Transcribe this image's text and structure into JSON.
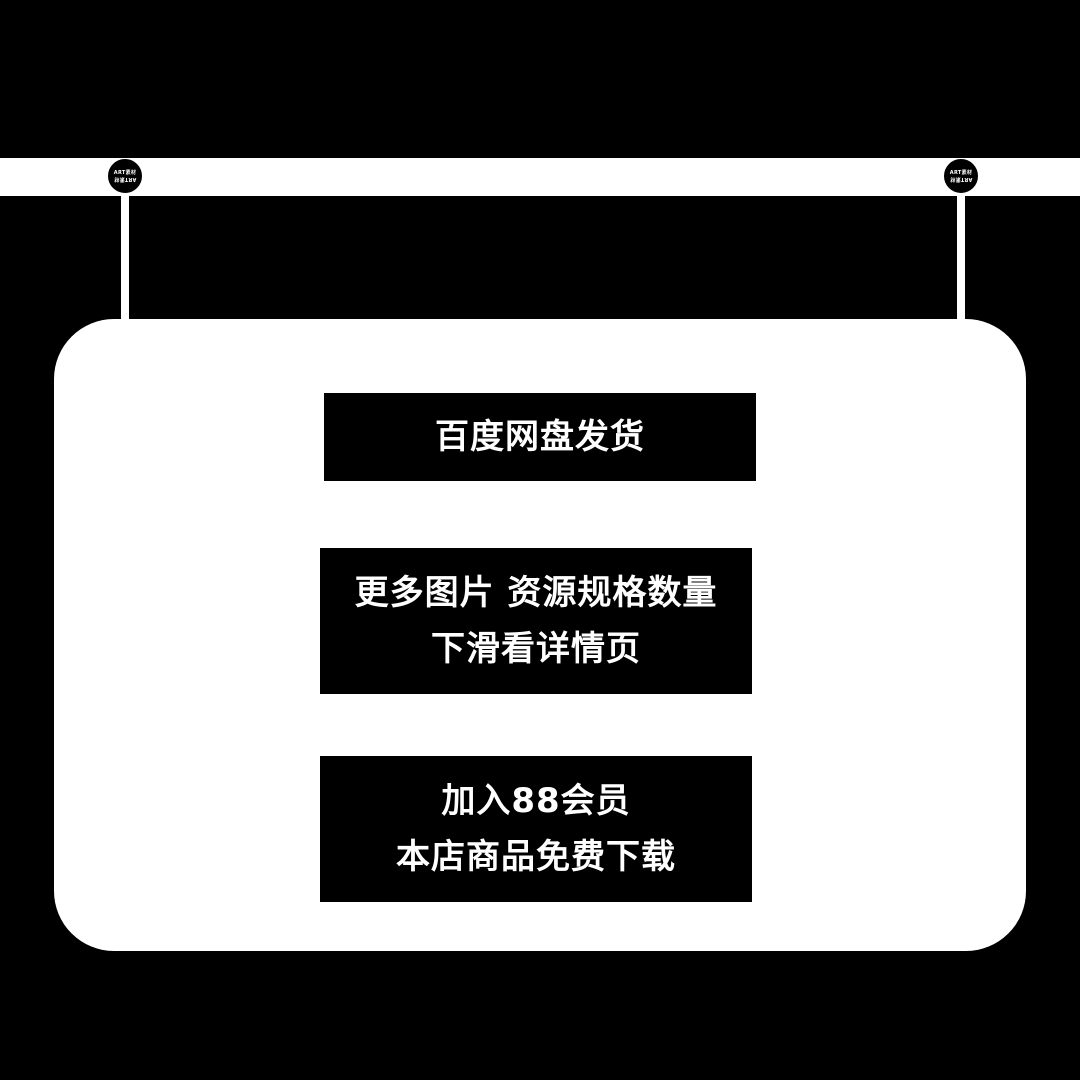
{
  "colors": {
    "background": "#000000",
    "board": "#ffffff",
    "block": "#000000",
    "text": "#ffffff"
  },
  "badge": {
    "top_text": "ART素材",
    "bottom_text": "ART素材"
  },
  "blocks": [
    {
      "lines": [
        "百度网盘发货"
      ]
    },
    {
      "lines": [
        "更多图片 资源规格数量",
        "下滑看详情页"
      ]
    },
    {
      "lines": [
        "加入88会员",
        "本店商品免费下载"
      ]
    }
  ]
}
